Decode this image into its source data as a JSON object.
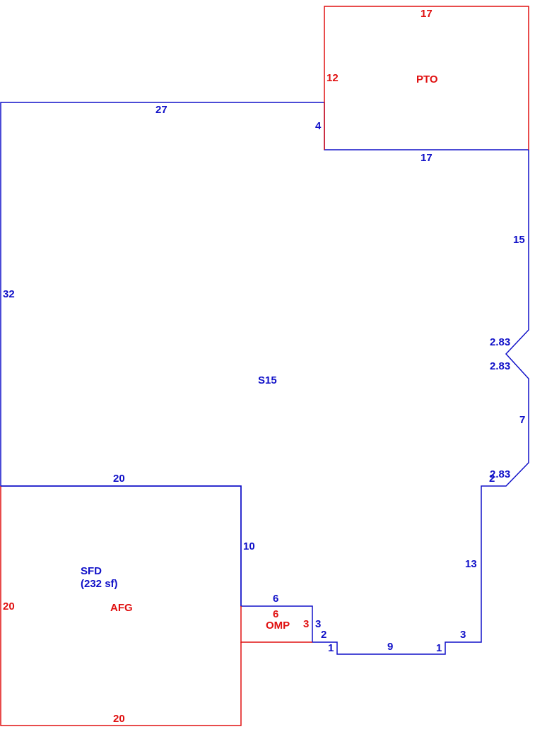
{
  "areas": {
    "main": {
      "code": "S15"
    },
    "porch_top": {
      "code": "PTO"
    },
    "garage": {
      "code": "SFD",
      "area_note": "(232 sf)",
      "sub_code": "AFG"
    },
    "small_porch": {
      "code": "OMP"
    }
  },
  "dimensions": {
    "pto_top": "17",
    "pto_left": "12",
    "main_top": "27",
    "main_step": "4",
    "pto_bottom": "17",
    "right_upper": "15",
    "bay_diag_1": "2.83",
    "bay_diag_2": "2.83",
    "right_mid": "7",
    "bay_diag_3": "2.83",
    "right_jog": "2",
    "right_lower": "13",
    "bottom_step_right": "3",
    "bottom_notch_right": "1",
    "bottom_center": "9",
    "bottom_notch_left": "1",
    "bottom_step_left": "2",
    "omp_right": "3",
    "omp_right_inner": "3",
    "omp_top": "6",
    "omp_inner_top": "6",
    "main_left": "32",
    "garage_top": "20",
    "garage_right": "10",
    "garage_left": "20",
    "garage_bottom": "20"
  },
  "colors": {
    "main_outline": "#1010c8",
    "attachment_outline": "#e01010"
  }
}
